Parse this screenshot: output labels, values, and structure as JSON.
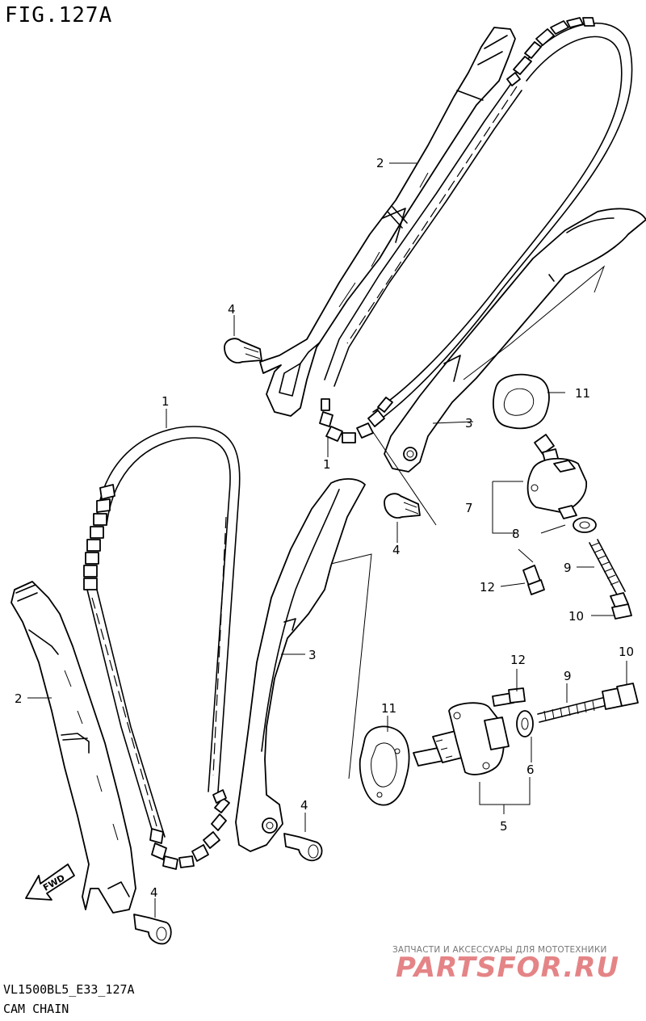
{
  "figure": {
    "title": "FIG.127A"
  },
  "footer": {
    "code": "VL1500BL5_E33_127A",
    "name": "CAM CHAIN"
  },
  "watermark": {
    "tagline": "ЗАПЧАСТИ И АКСЕССУАРЫ ДЛЯ МОТОТЕХНИКИ",
    "brand": "PARTSFOR.RU"
  },
  "arrow": {
    "label": "FWD"
  },
  "callouts": {
    "c1_top": "1",
    "c1_left": "1",
    "c2_top": "2",
    "c2_left": "2",
    "c3_top": "3",
    "c3_left": "3",
    "c4_a": "4",
    "c4_b": "4",
    "c4_c": "4",
    "c4_d": "4",
    "c5": "5",
    "c6": "6",
    "c7": "7",
    "c8": "8",
    "c9_top": "9",
    "c9_bot": "9",
    "c10_top": "10",
    "c10_bot": "10",
    "c11_top": "11",
    "c11_bot": "11",
    "c12_top": "12",
    "c12_bot": "12"
  }
}
